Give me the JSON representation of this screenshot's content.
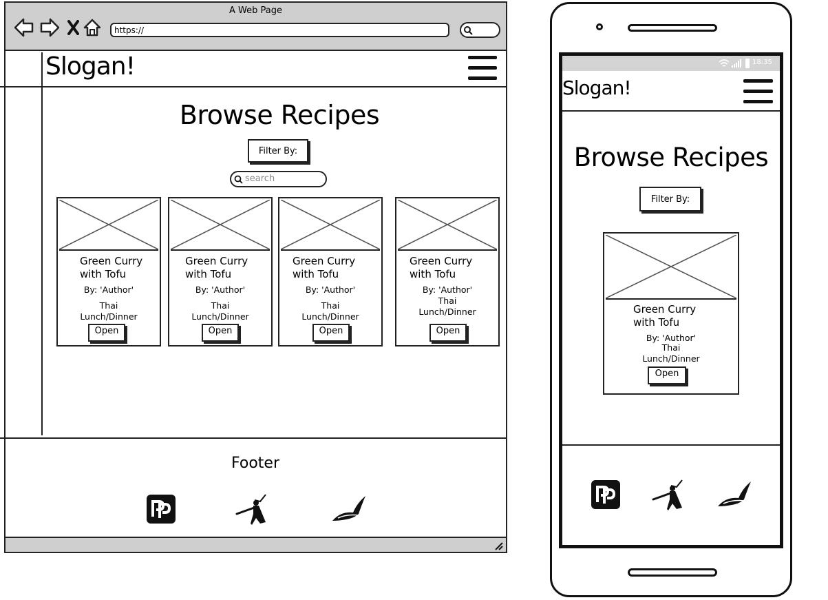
{
  "browser": {
    "window_title": "A Web Page",
    "url": "https://"
  },
  "site": {
    "slogan": "Slogan!",
    "page_title": "Browse Recipes",
    "filter_label": "Filter By:",
    "search_placeholder": "search",
    "footer_title": "Footer"
  },
  "cards": [
    {
      "name_line1": "Green Curry",
      "name_line2": "with Tofu",
      "author": "By: 'Author'",
      "cuisine": "Thai",
      "meal": "Lunch/Dinner",
      "button": "Open"
    },
    {
      "name_line1": "Green Curry",
      "name_line2": "with Tofu",
      "author": "By: 'Author'",
      "cuisine": "Thai",
      "meal": "Lunch/Dinner",
      "button": "Open"
    },
    {
      "name_line1": "Green Curry",
      "name_line2": "with Tofu",
      "author": "By: 'Author'",
      "cuisine": "Thai",
      "meal": "Lunch/Dinner",
      "button": "Open"
    },
    {
      "name_line1": "Green Curry",
      "name_line2": "with Tofu",
      "author": "By: 'Author'",
      "cuisine": "Thai",
      "meal": "Lunch/Dinner",
      "button": "Open"
    }
  ],
  "phone": {
    "status_time": "18:35",
    "slogan": "Slogan!",
    "page_title": "Browse Recipes",
    "filter_label": "Filter By:",
    "card": {
      "name_line1": "Green Curry",
      "name_line2": "with Tofu",
      "author": "By: 'Author'",
      "cuisine": "Thai",
      "meal": "Lunch/Dinner",
      "button": "Open"
    }
  },
  "footer_icons": [
    "pp-logo-icon",
    "flute-player-icon",
    "feathered-hat-icon"
  ],
  "colors": {
    "ink": "#222222",
    "chrome_gray": "#cfcfcf",
    "placeholder_gray": "#888888",
    "image_cross": "#555555"
  }
}
